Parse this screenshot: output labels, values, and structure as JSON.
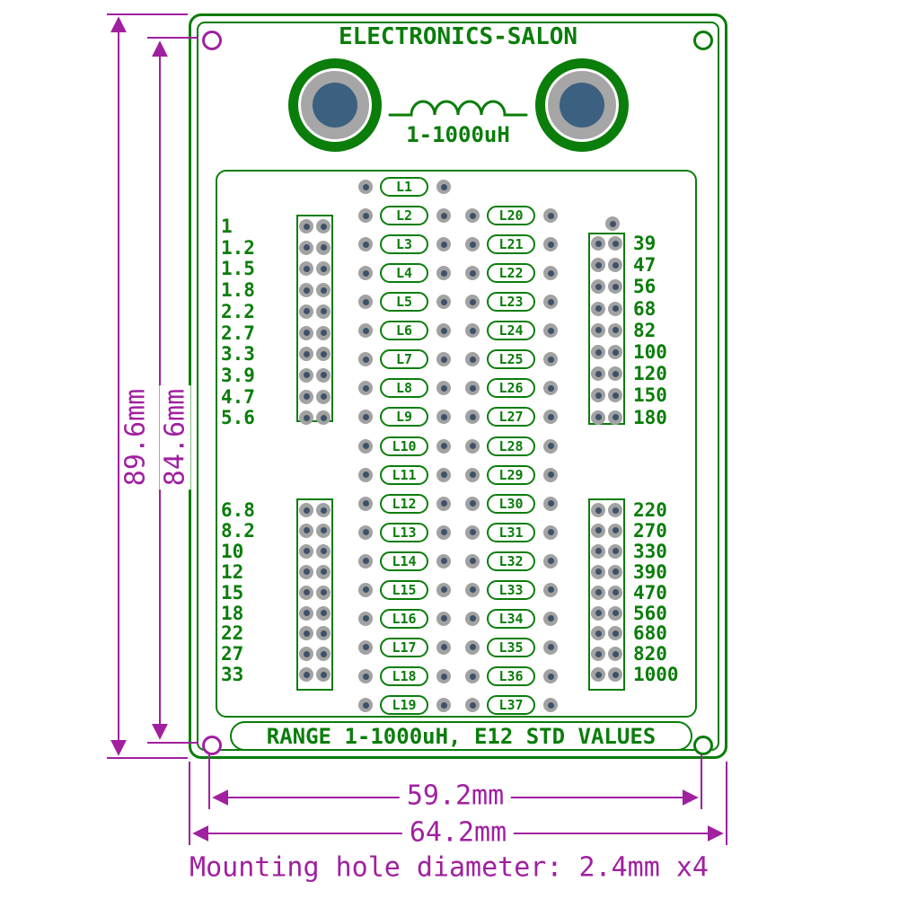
{
  "board": {
    "title": "ELECTRONICS-SALON",
    "coil_label": "1-1000uH",
    "range_label": "RANGE 1-1000uH, E12 STD VALUES"
  },
  "footprints": {
    "left": [
      "L1",
      "L2",
      "L3",
      "L4",
      "L5",
      "L6",
      "L7",
      "L8",
      "L9",
      "L10",
      "L11",
      "L12",
      "L13",
      "L14",
      "L15",
      "L16",
      "L17",
      "L18",
      "L19"
    ],
    "right": [
      "L20",
      "L21",
      "L22",
      "L23",
      "L24",
      "L25",
      "L26",
      "L27",
      "L28",
      "L29",
      "L30",
      "L31",
      "L32",
      "L33",
      "L34",
      "L35",
      "L36",
      "L37"
    ]
  },
  "values": {
    "top_left": [
      "1",
      "1.2",
      "1.5",
      "1.8",
      "2.2",
      "2.7",
      "3.3",
      "3.9",
      "4.7",
      "5.6"
    ],
    "bottom_left": [
      "6.8",
      "8.2",
      "10",
      "12",
      "15",
      "18",
      "22",
      "27",
      "33"
    ],
    "top_right": [
      "39",
      "47",
      "56",
      "68",
      "82",
      "100",
      "120",
      "150",
      "180"
    ],
    "bottom_right": [
      "220",
      "270",
      "330",
      "390",
      "470",
      "560",
      "680",
      "820",
      "1000"
    ]
  },
  "dimensions": {
    "height_outer": "89.6mm",
    "height_holes": "84.6mm",
    "width_holes": "59.2mm",
    "width_outer": "64.2mm",
    "note": "Mounting hole diameter: 2.4mm x4"
  },
  "colors": {
    "silk_green": "#0a7d0a",
    "dim_magenta": "#a020a0",
    "pad_gray": "#a2a2a2",
    "pad_center": "#3d5268",
    "terminal_center": "#3c6080"
  }
}
